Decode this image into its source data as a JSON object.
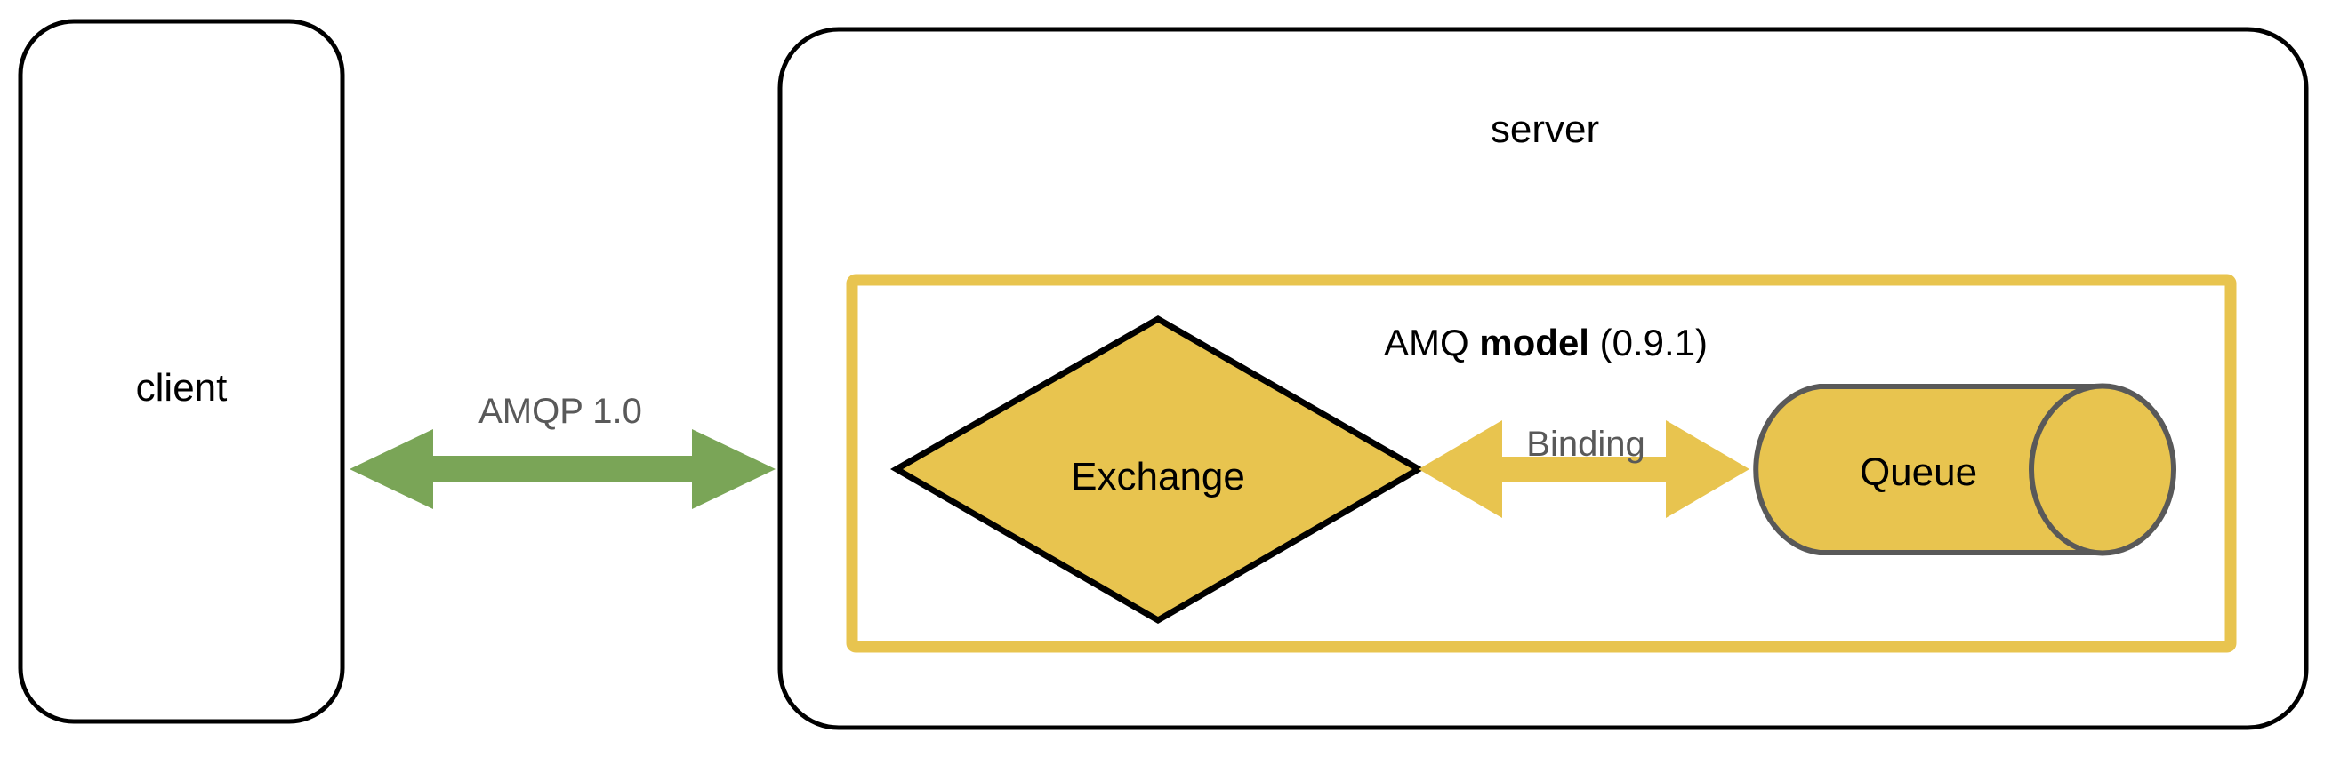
{
  "diagram": {
    "type": "messaging-architecture",
    "background": "#ffffff",
    "colors": {
      "outline": "#000000",
      "amqp_arrow_green": "#7AA557",
      "amq_yellow": "#E8C44F",
      "queue_stroke": "#595959",
      "muted_text": "#595959",
      "text": "#000000"
    }
  },
  "client": {
    "label": "client"
  },
  "server": {
    "label": "server"
  },
  "amqp_link": {
    "label": "AMQP 1.0",
    "direction": "bidirectional",
    "color": "#7AA557"
  },
  "amq_model": {
    "title_prefix": "AMQ ",
    "title_strong": "model",
    "title_suffix": " (0.9.1)",
    "version": "0.9.1",
    "border_color": "#E8C44F"
  },
  "exchange": {
    "label": "Exchange",
    "shape": "diamond",
    "fill": "#E8C44F",
    "stroke": "#000000"
  },
  "binding_link": {
    "label": "Binding",
    "direction": "bidirectional",
    "color": "#E8C44F"
  },
  "queue": {
    "label": "Queue",
    "shape": "cylinder",
    "fill": "#E8C44F",
    "stroke": "#595959"
  }
}
